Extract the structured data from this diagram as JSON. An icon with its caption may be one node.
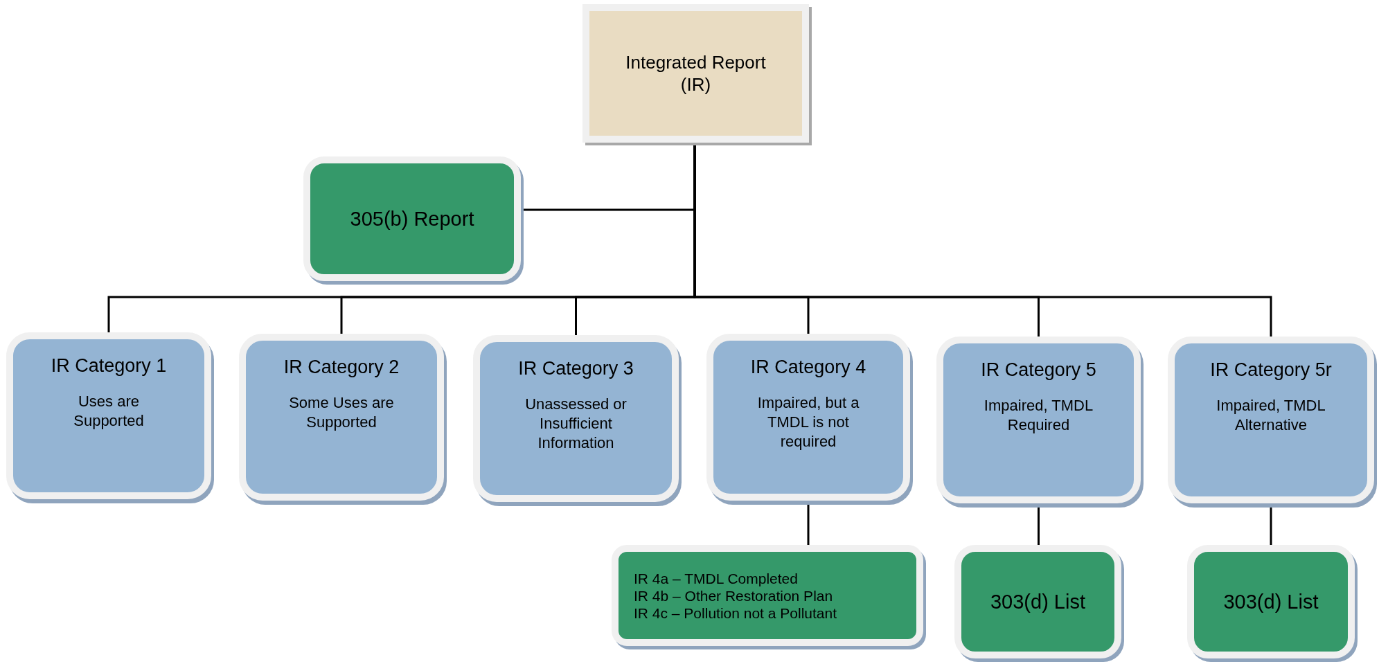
{
  "diagram": {
    "nodes": [
      {
        "text": [
          "Integrated Report (IR)"
        ]
      },
      {
        "text": [
          "305(b) Report"
        ]
      },
      {
        "text": [
          "IR Category 1",
          "Uses are Supported"
        ]
      },
      {
        "text": [
          "IR Category 2",
          "Some Uses are Supported"
        ]
      },
      {
        "text": [
          "IR Category 3",
          "Unassessed or Insufficient Information"
        ]
      },
      {
        "text": [
          "IR Category 4",
          "Impaired, but a TMDL is not required"
        ]
      },
      {
        "text": [
          "IR Category 5",
          "Impaired, TMDL Required"
        ]
      },
      {
        "text": [
          "IR Category 5r",
          "Impaired, TMDL Alternative"
        ]
      },
      {
        "text": [
          "IR 4a – TMDL Completed",
          "IR 4b – Other Restoration Plan",
          "IR 4c – Pollution not a Pollutant"
        ]
      },
      {
        "text": [
          "303(d) List"
        ]
      },
      {
        "text": [
          "303(d) List"
        ]
      }
    ],
    "edges": [
      {
        "from": 0,
        "to": 1,
        "arrow": "none"
      },
      {
        "from": 0,
        "to": 2,
        "arrow": "none"
      },
      {
        "from": 0,
        "to": 3,
        "arrow": "none"
      },
      {
        "from": 0,
        "to": 4,
        "arrow": "none"
      },
      {
        "from": 0,
        "to": 5,
        "arrow": "none"
      },
      {
        "from": 0,
        "to": 6,
        "arrow": "none"
      },
      {
        "from": 0,
        "to": 7,
        "arrow": "none"
      },
      {
        "from": 5,
        "to": 8,
        "arrow": "none"
      },
      {
        "from": 6,
        "to": 9,
        "arrow": "none"
      },
      {
        "from": 7,
        "to": 10,
        "arrow": "none"
      }
    ]
  }
}
